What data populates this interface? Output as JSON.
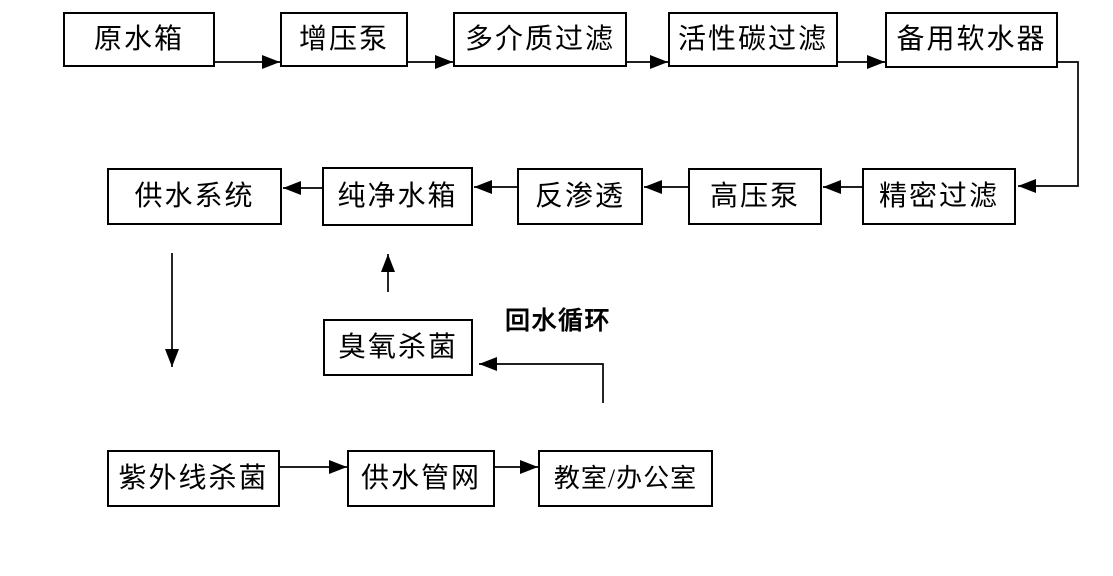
{
  "diagram": {
    "annotation": {
      "label": "回水循环"
    },
    "nodes": [
      {
        "id": "raw-water-tank",
        "label": "原水箱"
      },
      {
        "id": "booster-pump",
        "label": "增压泵"
      },
      {
        "id": "multimedia-filter",
        "label": "多介质过滤"
      },
      {
        "id": "activated-carbon-filter",
        "label": "活性碳过滤"
      },
      {
        "id": "standby-water-softener",
        "label": "备用软水器"
      },
      {
        "id": "water-supply-system",
        "label": "供水系统"
      },
      {
        "id": "pure-water-tank",
        "label": "纯净水箱"
      },
      {
        "id": "reverse-osmosis",
        "label": "反渗透"
      },
      {
        "id": "high-pressure-pump",
        "label": "高压泵"
      },
      {
        "id": "precision-filter",
        "label": "精密过滤"
      },
      {
        "id": "ozone-sterilizer",
        "label": "臭氧杀菌"
      },
      {
        "id": "uv-sterilizer",
        "label": "紫外线杀菌"
      },
      {
        "id": "water-supply-pipe-network",
        "label": "供水管网"
      },
      {
        "id": "classroom-office",
        "label": "教室/办公室"
      }
    ],
    "edges": [
      {
        "from": "raw-water-tank",
        "to": "booster-pump"
      },
      {
        "from": "booster-pump",
        "to": "multimedia-filter"
      },
      {
        "from": "multimedia-filter",
        "to": "activated-carbon-filter"
      },
      {
        "from": "activated-carbon-filter",
        "to": "standby-water-softener"
      },
      {
        "from": "standby-water-softener",
        "to": "precision-filter"
      },
      {
        "from": "precision-filter",
        "to": "high-pressure-pump"
      },
      {
        "from": "high-pressure-pump",
        "to": "reverse-osmosis"
      },
      {
        "from": "reverse-osmosis",
        "to": "pure-water-tank"
      },
      {
        "from": "pure-water-tank",
        "to": "water-supply-system"
      },
      {
        "from": "water-supply-system",
        "to": "uv-sterilizer"
      },
      {
        "from": "ozone-sterilizer",
        "to": "pure-water-tank"
      },
      {
        "from": "classroom-office",
        "to": "ozone-sterilizer"
      },
      {
        "from": "uv-sterilizer",
        "to": "water-supply-pipe-network"
      },
      {
        "from": "water-supply-pipe-network",
        "to": "classroom-office"
      }
    ],
    "colors": {
      "line": "#000000",
      "box_background": "#ffffff",
      "text": "#000000",
      "page_background": "#ffffff"
    }
  }
}
